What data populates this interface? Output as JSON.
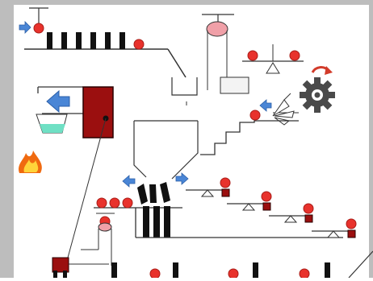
{
  "scene": {
    "description_visible": "",
    "colors": {
      "frame": "#bdbdbd",
      "ball": "#e8322c",
      "ball_stroke": "#a91d18",
      "domino": "#111111",
      "door": "#9b0f0f",
      "arrow_blue": "#4a86d6",
      "water": "#6fe0c4",
      "gear": "#4a4a4a",
      "pulley": "#f0a0a8",
      "rotate_arrow": "#d23b2a",
      "flame_outer": "#f06a10",
      "flame_inner": "#ffd43a",
      "weight_box": "#f3f3f3"
    },
    "icons": {
      "top_left_arrow": "blue-right-arrow-icon",
      "cup_arrow": "blue-left-arrow-icon",
      "fire": "fire-icon",
      "gear": "gear-icon",
      "rotate": "rotate-arrow-icon",
      "fan": "fan-icon"
    },
    "counts": {
      "top_dominoes": 6,
      "center_dominoes": 3,
      "bottom_poles": 3,
      "seesaws": 4
    }
  }
}
